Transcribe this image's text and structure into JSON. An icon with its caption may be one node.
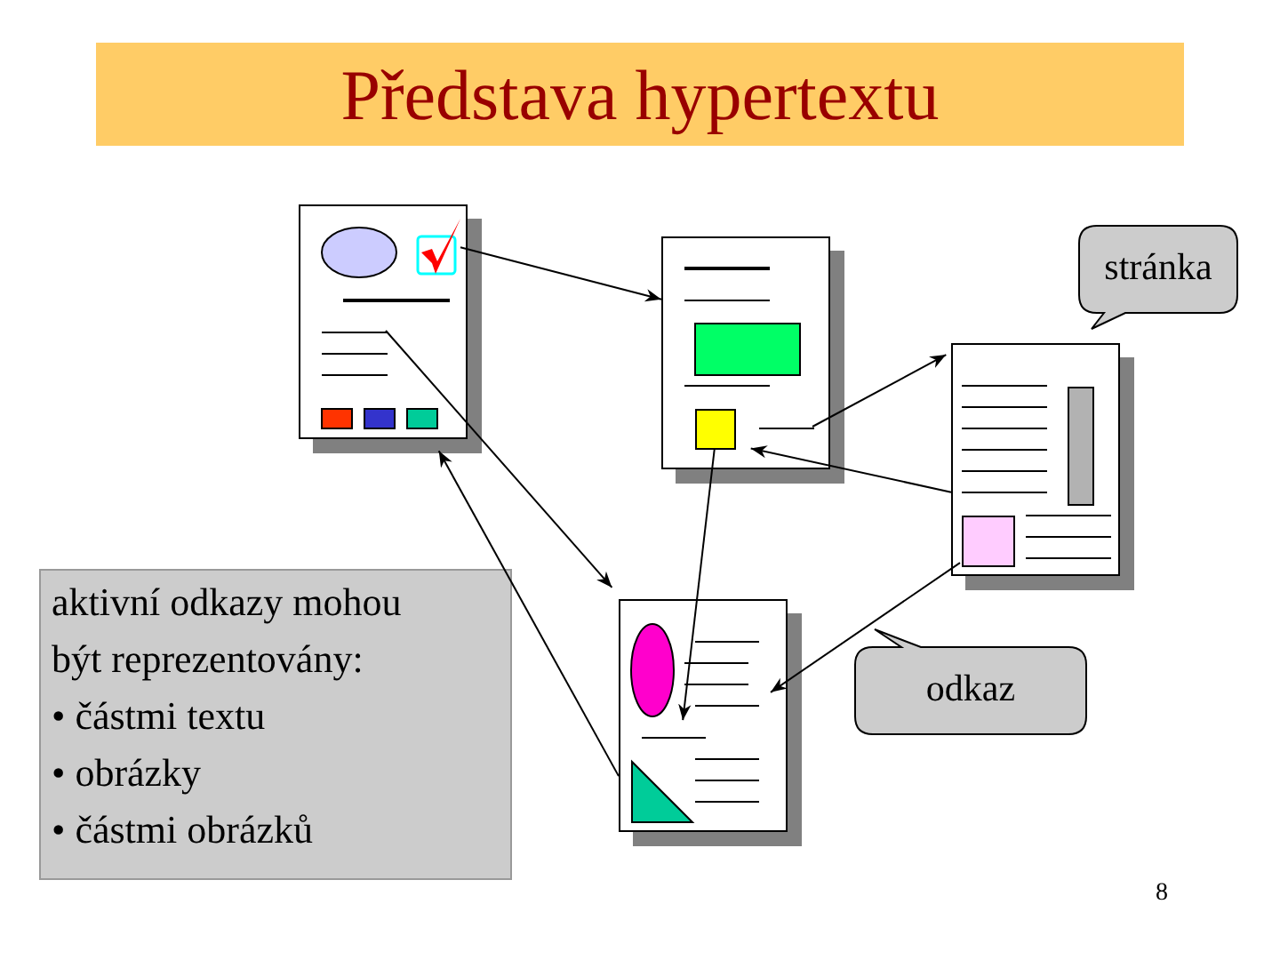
{
  "diagram": {
    "title": "Představa hypertextu",
    "nodes": [
      {
        "text": [],
        "shape": "box"
      },
      {
        "text": [],
        "shape": "box"
      },
      {
        "text": [],
        "shape": "box"
      },
      {
        "text": [],
        "shape": "box"
      },
      {
        "text": [
          "stránka"
        ]
      },
      {
        "text": [
          "odkaz"
        ]
      },
      {
        "text": [
          "aktivní odkazy mohou být reprezentovány:",
          "• částmi textu",
          "• obrázky",
          "• částmi obrázků"
        ]
      },
      {
        "text": [],
        "shape": "picture",
        "in": 0
      },
      {
        "text": [],
        "shape": "bar",
        "in": 0
      },
      {
        "text": [],
        "shape": "box",
        "in": 1
      },
      {
        "text": [],
        "shape": "bar",
        "in": 1
      },
      {
        "text": [],
        "shape": "box",
        "in": 2
      },
      {
        "text": [],
        "shape": "triangle",
        "in": 3
      }
    ],
    "edges": [
      {
        "from": 7,
        "to": 1,
        "arrow": "to"
      },
      {
        "from": 8,
        "to": 3,
        "arrow": "to"
      },
      {
        "from": 9,
        "to": 3,
        "arrow": "to"
      },
      {
        "from": 10,
        "to": 2,
        "arrow": "to"
      },
      {
        "from": 2,
        "to": 1,
        "arrow": "to"
      },
      {
        "from": 11,
        "to": 3,
        "arrow": "to"
      },
      {
        "from": 3,
        "to": 0,
        "arrow": "to"
      }
    ],
    "labels": [
      "8"
    ]
  }
}
